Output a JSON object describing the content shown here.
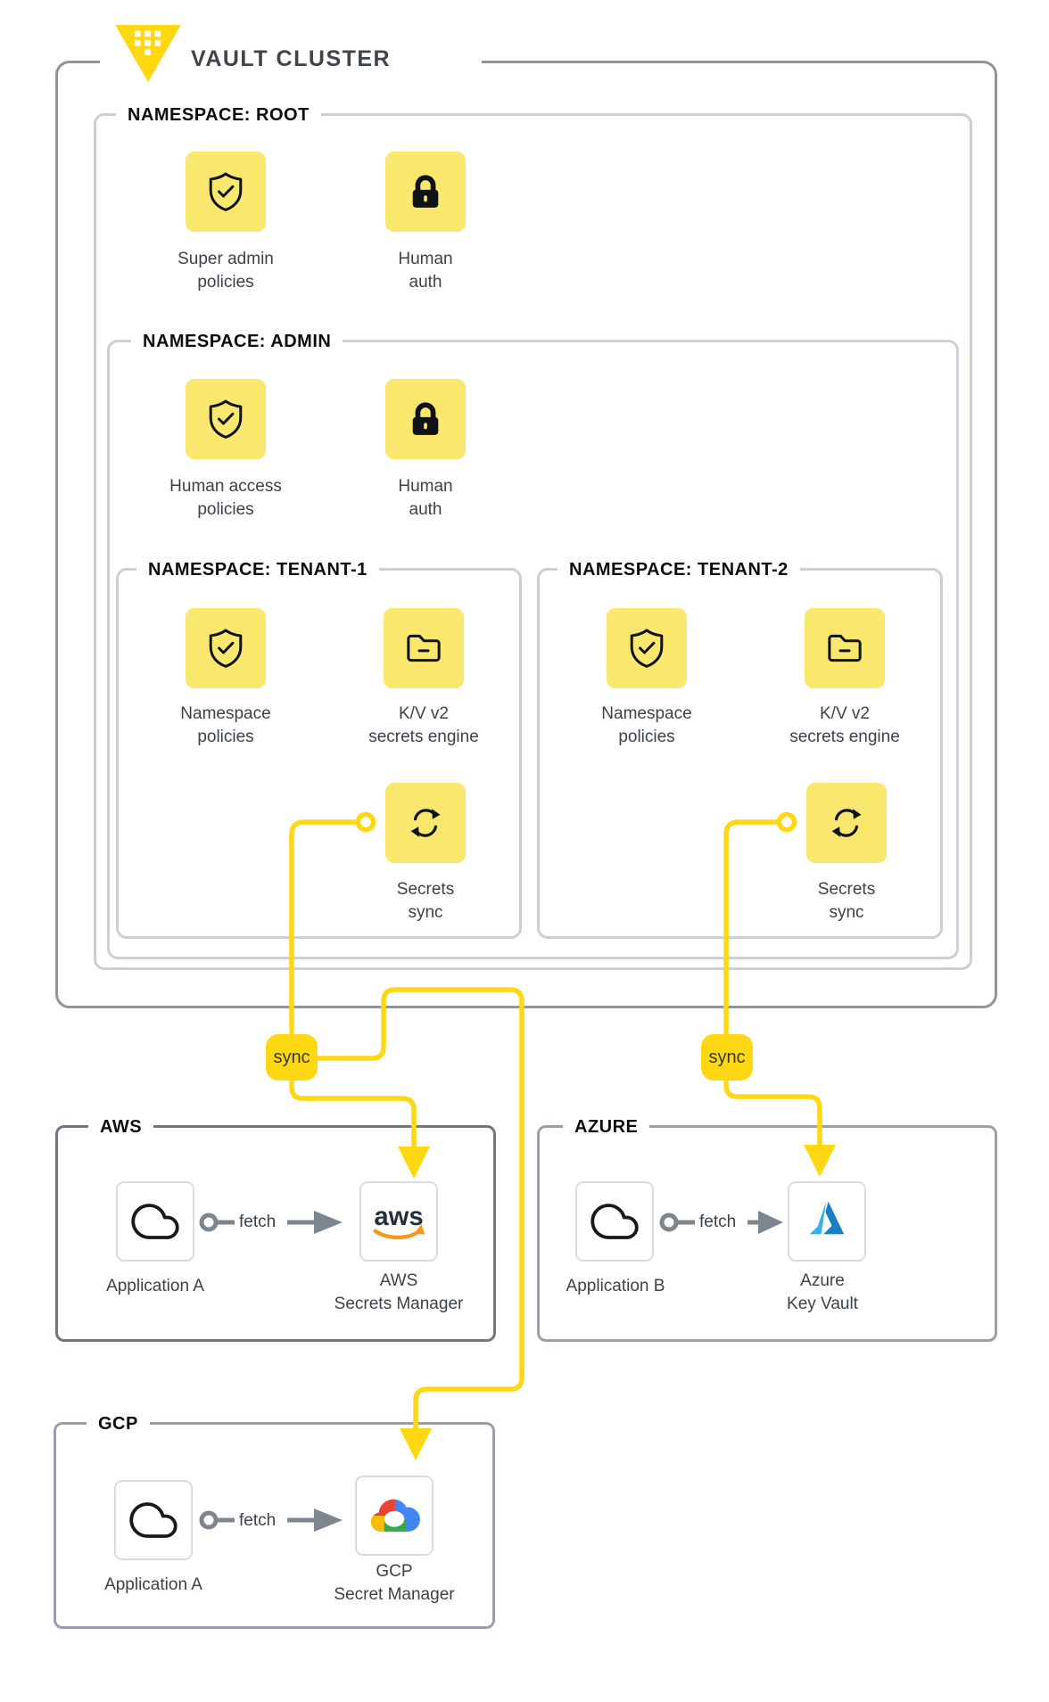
{
  "cluster": {
    "title": "VAULT CLUSTER"
  },
  "namespaces": {
    "root": {
      "title": "NAMESPACE: ROOT",
      "items": [
        {
          "icon": "shield-check-icon",
          "label": "Super admin\npolicies"
        },
        {
          "icon": "lock-icon",
          "label": "Human\nauth"
        }
      ]
    },
    "admin": {
      "title": "NAMESPACE: ADMIN",
      "items": [
        {
          "icon": "shield-check-icon",
          "label": "Human access\npolicies"
        },
        {
          "icon": "lock-icon",
          "label": "Human\nauth"
        }
      ]
    },
    "tenant1": {
      "title": "NAMESPACE: TENANT-1",
      "items": [
        {
          "icon": "shield-check-icon",
          "label": "Namespace\npolicies"
        },
        {
          "icon": "folder-minus-icon",
          "label": "K/V v2\nsecrets engine"
        },
        {
          "icon": "sync-arrows-icon",
          "label": "Secrets\nsync"
        }
      ]
    },
    "tenant2": {
      "title": "NAMESPACE: TENANT-2",
      "items": [
        {
          "icon": "shield-check-icon",
          "label": "Namespace\npolicies"
        },
        {
          "icon": "folder-minus-icon",
          "label": "K/V v2\nsecrets engine"
        },
        {
          "icon": "sync-arrows-icon",
          "label": "Secrets\nsync"
        }
      ]
    }
  },
  "connectors": {
    "sync_label": "sync",
    "fetch_label": "fetch"
  },
  "clouds": {
    "aws": {
      "title": "AWS",
      "application": "Application A",
      "service": "AWS\nSecrets Manager",
      "logo_text": "aws",
      "app_icon": "cloud-icon",
      "service_icon": "aws-logo"
    },
    "azure": {
      "title": "AZURE",
      "application": "Application B",
      "service": "Azure\nKey Vault",
      "app_icon": "cloud-icon",
      "service_icon": "azure-logo"
    },
    "gcp": {
      "title": "GCP",
      "application": "Application A",
      "service": "GCP\nSecret Manager",
      "app_icon": "cloud-icon",
      "service_icon": "gcp-logo"
    }
  },
  "colors": {
    "accent_yellow": "#ffd712",
    "tile_yellow": "#fae76e",
    "outer_border": "#8e959d",
    "namespace_border": "#c9d0d7",
    "aws_border": "#6e7680",
    "cloud_border": "#99a0a9",
    "connector_gray": "#7d858f",
    "label_text": "#3b4249",
    "aws_orange": "#f7981d",
    "azure_blue_light": "#38b1e9",
    "azure_blue_dark": "#1b7fc4",
    "gcp_blue": "#4285f4",
    "gcp_red": "#ea4335",
    "gcp_yellow": "#fbbc05",
    "gcp_green": "#34a853"
  }
}
